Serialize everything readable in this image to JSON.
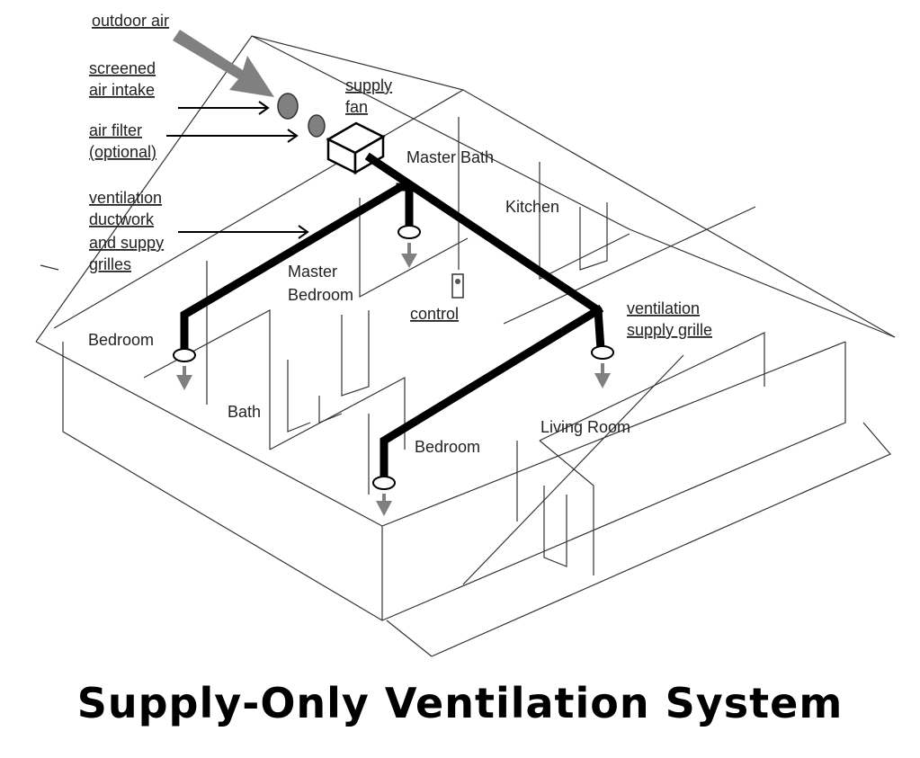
{
  "title": "Supply-Only Ventilation System",
  "callouts": {
    "outdoor_air": "outdoor air",
    "screened_intake": [
      "screened",
      "air intake"
    ],
    "air_filter": [
      "air filter",
      "(optional)"
    ],
    "ductwork": [
      "ventilation",
      "ductwork",
      "and suppy",
      "grilles"
    ],
    "supply_fan": [
      "supply",
      "fan"
    ],
    "control": "control",
    "supply_grille": [
      "ventilation",
      "supply grille"
    ]
  },
  "rooms": {
    "master_bath": "Master Bath",
    "kitchen": "Kitchen",
    "master_bedroom": [
      "Master",
      "Bedroom"
    ],
    "bedroom_left": "Bedroom",
    "bath": "Bath",
    "bedroom_front": "Bedroom",
    "living_room": "Living Room"
  },
  "colors": {
    "duct": "#000000",
    "arrow": "#808080",
    "lines": "#333333"
  }
}
